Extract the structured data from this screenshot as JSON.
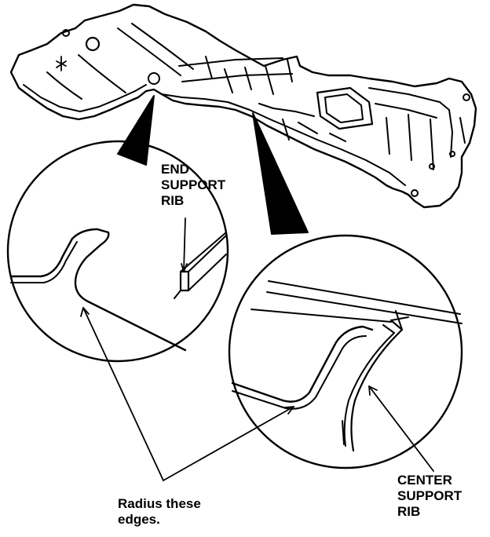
{
  "colors": {
    "ink": "#000000",
    "paper": "#ffffff"
  },
  "labels": {
    "end_rib": [
      "END",
      "SUPPORT",
      "RIB"
    ],
    "center_rib": [
      "CENTER",
      "SUPPORT",
      "RIB"
    ],
    "radius_note": [
      "Radius these",
      "edges."
    ]
  }
}
